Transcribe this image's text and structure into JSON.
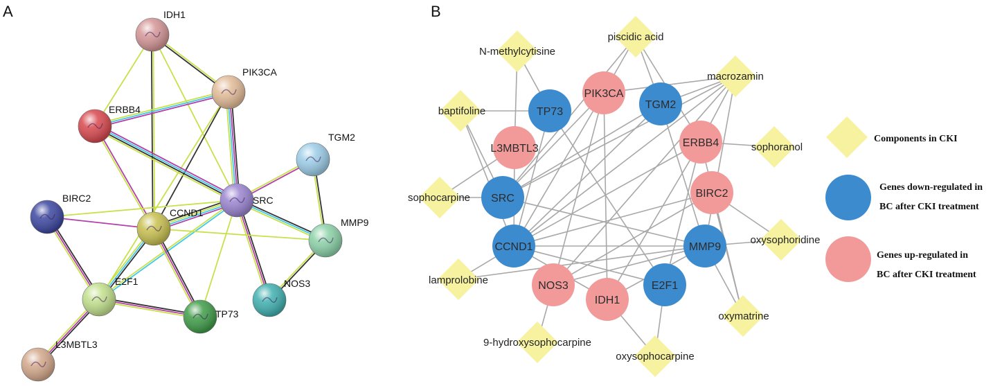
{
  "panels": {
    "a": {
      "letter": "A"
    },
    "b": {
      "letter": "B"
    }
  },
  "colors": {
    "edge_yellow": "#c8e04a",
    "edge_black": "#333333",
    "edge_magenta": "#b43fa8",
    "edge_cyan": "#40c8e8",
    "edge_gray": "#a8a8a8",
    "component": "#f6f2a0",
    "gene_down": "#3d8bcf",
    "gene_up": "#f29a9a"
  },
  "panel_a": {
    "nodes": [
      {
        "id": "IDH1",
        "label": "IDH1",
        "color": "#d49596"
      },
      {
        "id": "PIK3CA",
        "label": "PIK3CA",
        "color": "#e3bc98"
      },
      {
        "id": "ERBB4",
        "label": "ERBB4",
        "color": "#d8484e"
      },
      {
        "id": "TGM2",
        "label": "TGM2",
        "color": "#9ccde8"
      },
      {
        "id": "SRC",
        "label": "SRC",
        "color": "#9a84d0"
      },
      {
        "id": "BIRC2",
        "label": "BIRC2",
        "color": "#3c47a0"
      },
      {
        "id": "CCND1",
        "label": "CCND1",
        "color": "#c8c050"
      },
      {
        "id": "MMP9",
        "label": "MMP9",
        "color": "#8cd2a8"
      },
      {
        "id": "E2F1",
        "label": "E2F1",
        "color": "#c2e08c"
      },
      {
        "id": "TP73",
        "label": "TP73",
        "color": "#3f9c48"
      },
      {
        "id": "NOS3",
        "label": "NOS3",
        "color": "#40b0b0"
      },
      {
        "id": "L3MBTL3",
        "label": "L3MBTL3",
        "color": "#d4a88c"
      }
    ],
    "edges": [
      {
        "from": "IDH1",
        "to": "PIK3CA",
        "types": [
          "yellow",
          "black"
        ]
      },
      {
        "from": "IDH1",
        "to": "ERBB4",
        "types": [
          "yellow"
        ]
      },
      {
        "from": "IDH1",
        "to": "CCND1",
        "types": [
          "yellow",
          "black"
        ]
      },
      {
        "from": "IDH1",
        "to": "SRC",
        "types": [
          "yellow"
        ]
      },
      {
        "from": "PIK3CA",
        "to": "ERBB4",
        "types": [
          "magenta",
          "cyan",
          "yellow"
        ]
      },
      {
        "from": "PIK3CA",
        "to": "SRC",
        "types": [
          "black",
          "magenta",
          "cyan",
          "yellow"
        ]
      },
      {
        "from": "PIK3CA",
        "to": "CCND1",
        "types": [
          "black"
        ]
      },
      {
        "from": "PIK3CA",
        "to": "E2F1",
        "types": [
          "yellow"
        ]
      },
      {
        "from": "ERBB4",
        "to": "SRC",
        "types": [
          "magenta",
          "cyan",
          "black",
          "yellow"
        ]
      },
      {
        "from": "ERBB4",
        "to": "CCND1",
        "types": [
          "magenta",
          "yellow"
        ]
      },
      {
        "from": "TGM2",
        "to": "SRC",
        "types": [
          "magenta",
          "yellow"
        ]
      },
      {
        "from": "TGM2",
        "to": "MMP9",
        "types": [
          "black",
          "yellow"
        ]
      },
      {
        "from": "SRC",
        "to": "BIRC2",
        "types": [
          "yellow"
        ]
      },
      {
        "from": "SRC",
        "to": "CCND1",
        "types": [
          "magenta",
          "cyan",
          "yellow",
          "black"
        ]
      },
      {
        "from": "SRC",
        "to": "MMP9",
        "types": [
          "black",
          "cyan",
          "yellow"
        ]
      },
      {
        "from": "SRC",
        "to": "NOS3",
        "types": [
          "black",
          "magenta",
          "yellow"
        ]
      },
      {
        "from": "SRC",
        "to": "TP73",
        "types": [
          "yellow"
        ]
      },
      {
        "from": "SRC",
        "to": "E2F1",
        "types": [
          "cyan",
          "yellow"
        ]
      },
      {
        "from": "BIRC2",
        "to": "CCND1",
        "types": [
          "magenta"
        ]
      },
      {
        "from": "BIRC2",
        "to": "E2F1",
        "types": [
          "black",
          "magenta",
          "yellow"
        ]
      },
      {
        "from": "CCND1",
        "to": "MMP9",
        "types": [
          "yellow"
        ]
      },
      {
        "from": "CCND1",
        "to": "E2F1",
        "types": [
          "black",
          "cyan",
          "yellow"
        ]
      },
      {
        "from": "CCND1",
        "to": "TP73",
        "types": [
          "black",
          "magenta",
          "yellow"
        ]
      },
      {
        "from": "MMP9",
        "to": "NOS3",
        "types": [
          "black",
          "yellow"
        ]
      },
      {
        "from": "E2F1",
        "to": "TP73",
        "types": [
          "black",
          "magenta",
          "yellow"
        ]
      },
      {
        "from": "E2F1",
        "to": "L3MBTL3",
        "types": [
          "black",
          "magenta",
          "yellow"
        ]
      }
    ]
  },
  "panel_b": {
    "components": [
      {
        "id": "N-methylcytisine",
        "label": "N-methylcytisine"
      },
      {
        "id": "piscidic acid",
        "label": "piscidic acid"
      },
      {
        "id": "macrozamin",
        "label": "macrozamin"
      },
      {
        "id": "baptifoline",
        "label": "baptifoline"
      },
      {
        "id": "sophoranol",
        "label": "sophoranol"
      },
      {
        "id": "sophocarpine",
        "label": "sophocarpine"
      },
      {
        "id": "oxysophoridine",
        "label": "oxysophoridine"
      },
      {
        "id": "lamprolobine",
        "label": "lamprolobine"
      },
      {
        "id": "oxymatrine",
        "label": "oxymatrine"
      },
      {
        "id": "9-hydroxysophocarpine",
        "label": "9-hydroxysophocarpine"
      },
      {
        "id": "oxysophocarpine",
        "label": "oxysophocarpine"
      }
    ],
    "genes_down": [
      {
        "id": "TP73",
        "label": "TP73"
      },
      {
        "id": "TGM2",
        "label": "TGM2"
      },
      {
        "id": "SRC",
        "label": "SRC"
      },
      {
        "id": "CCND1",
        "label": "CCND1"
      },
      {
        "id": "MMP9",
        "label": "MMP9"
      },
      {
        "id": "E2F1",
        "label": "E2F1"
      }
    ],
    "genes_up": [
      {
        "id": "PIK3CA",
        "label": "PIK3CA"
      },
      {
        "id": "L3MBTL3",
        "label": "L3MBTL3"
      },
      {
        "id": "ERBB4",
        "label": "ERBB4"
      },
      {
        "id": "BIRC2",
        "label": "BIRC2"
      },
      {
        "id": "NOS3",
        "label": "NOS3"
      },
      {
        "id": "IDH1",
        "label": "IDH1"
      }
    ],
    "edges": [
      [
        "N-methylcytisine",
        "TP73"
      ],
      [
        "N-methylcytisine",
        "L3MBTL3"
      ],
      [
        "piscidic acid",
        "PIK3CA"
      ],
      [
        "piscidic acid",
        "TGM2"
      ],
      [
        "piscidic acid",
        "ERBB4"
      ],
      [
        "piscidic acid",
        "SRC"
      ],
      [
        "macrozamin",
        "TGM2"
      ],
      [
        "macrozamin",
        "ERBB4"
      ],
      [
        "macrozamin",
        "PIK3CA"
      ],
      [
        "macrozamin",
        "SRC"
      ],
      [
        "macrozamin",
        "CCND1"
      ],
      [
        "macrozamin",
        "MMP9"
      ],
      [
        "macrozamin",
        "NOS3"
      ],
      [
        "baptifoline",
        "TP73"
      ],
      [
        "baptifoline",
        "SRC"
      ],
      [
        "baptifoline",
        "CCND1"
      ],
      [
        "sophoranol",
        "ERBB4"
      ],
      [
        "sophocarpine",
        "L3MBTL3"
      ],
      [
        "sophocarpine",
        "SRC"
      ],
      [
        "oxysophoridine",
        "BIRC2"
      ],
      [
        "oxysophoridine",
        "MMP9"
      ],
      [
        "lamprolobine",
        "CCND1"
      ],
      [
        "lamprolobine",
        "MMP9"
      ],
      [
        "oxymatrine",
        "BIRC2"
      ],
      [
        "oxymatrine",
        "MMP9"
      ],
      [
        "oxymatrine",
        "ERBB4"
      ],
      [
        "9-hydroxysophocarpine",
        "NOS3"
      ],
      [
        "oxysophocarpine",
        "IDH1"
      ],
      [
        "oxysophocarpine",
        "E2F1"
      ],
      [
        "TP73",
        "CCND1"
      ],
      [
        "TP73",
        "E2F1"
      ],
      [
        "PIK3CA",
        "CCND1"
      ],
      [
        "PIK3CA",
        "SRC"
      ],
      [
        "PIK3CA",
        "NOS3"
      ],
      [
        "PIK3CA",
        "IDH1"
      ],
      [
        "TGM2",
        "SRC"
      ],
      [
        "TGM2",
        "CCND1"
      ],
      [
        "TGM2",
        "MMP9"
      ],
      [
        "ERBB4",
        "CCND1"
      ],
      [
        "ERBB4",
        "IDH1"
      ],
      [
        "ERBB4",
        "E2F1"
      ],
      [
        "BIRC2",
        "CCND1"
      ],
      [
        "BIRC2",
        "NOS3"
      ],
      [
        "SRC",
        "MMP9"
      ],
      [
        "CCND1",
        "MMP9"
      ],
      [
        "CCND1",
        "E2F1"
      ],
      [
        "NOS3",
        "MMP9"
      ],
      [
        "IDH1",
        "MMP9"
      ],
      [
        "IDH1",
        "CCND1"
      ],
      [
        "L3MBTL3",
        "CCND1"
      ]
    ]
  },
  "legend": [
    {
      "kind": "component",
      "lines": [
        "Components in CKI"
      ]
    },
    {
      "kind": "gene_down",
      "lines": [
        "Genes down-regulated in",
        "BC after CKI treatment"
      ]
    },
    {
      "kind": "gene_up",
      "lines": [
        "Genes up-regulated in",
        "BC after CKI treatment"
      ]
    }
  ]
}
